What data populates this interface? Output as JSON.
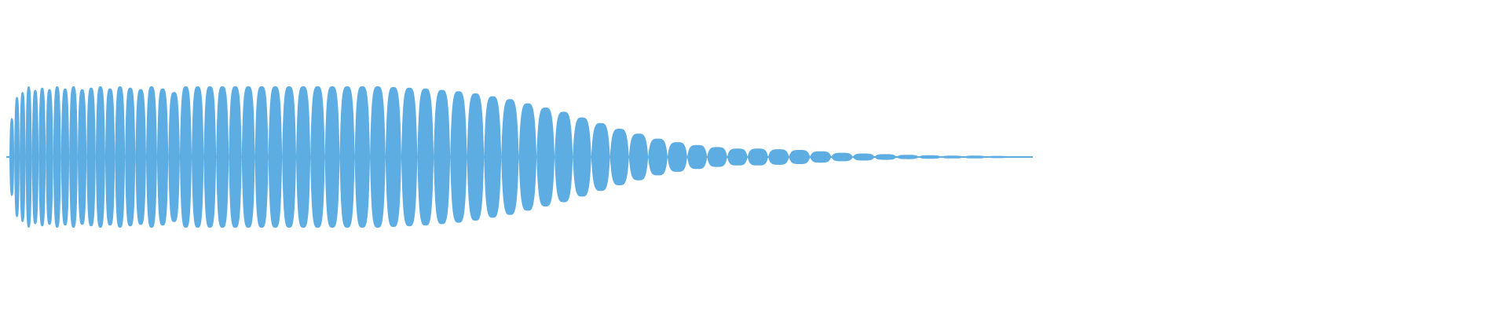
{
  "waveform": {
    "color": "#5dade2",
    "peak_amplitude": 1.0,
    "lobe_peaks": [
      0.55,
      0.85,
      0.92,
      1.0,
      0.95,
      0.98,
      0.96,
      1.0,
      0.97,
      1.0,
      0.96,
      0.98,
      1.0,
      0.97,
      1.0,
      0.98,
      0.96,
      1.0,
      0.97,
      0.92,
      1.0,
      1.0,
      1.0,
      1.0,
      1.0,
      1.0,
      1.0,
      1.0,
      1.0,
      1.0,
      1.0,
      1.0,
      1.0,
      1.0,
      1.0,
      0.99,
      0.98,
      0.97,
      0.95,
      0.93,
      0.9,
      0.86,
      0.82,
      0.76,
      0.7,
      0.64,
      0.56,
      0.48,
      0.4,
      0.33,
      0.26,
      0.21,
      0.17,
      0.14,
      0.12,
      0.12,
      0.11,
      0.1,
      0.08,
      0.06,
      0.05,
      0.04,
      0.03,
      0.025,
      0.02,
      0.02,
      0.015,
      0.01
    ]
  }
}
